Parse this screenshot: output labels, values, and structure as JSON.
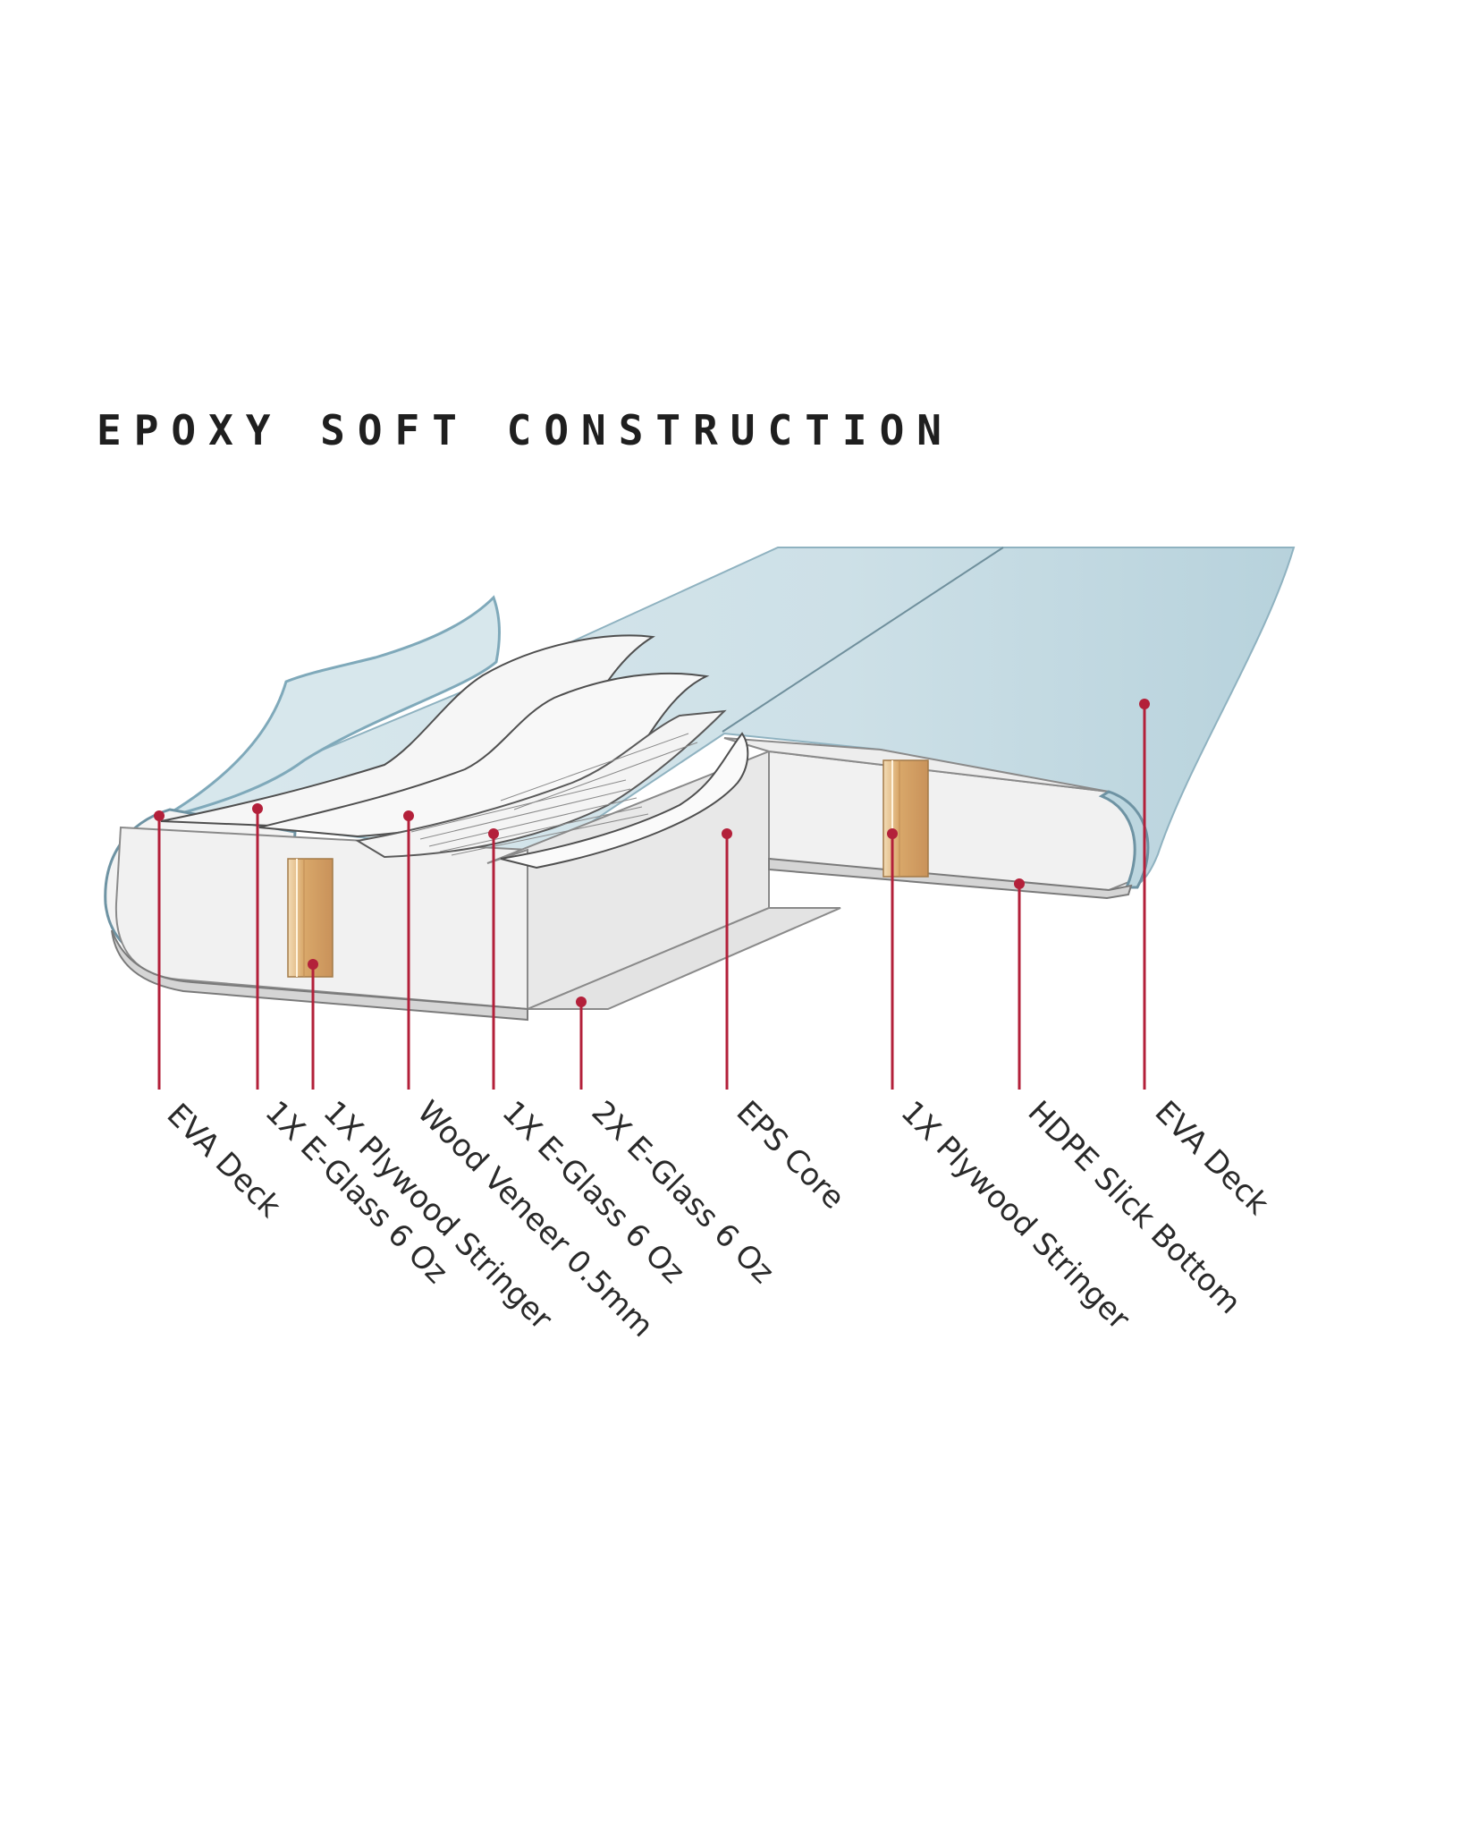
{
  "title": "EPOXY SOFT CONSTRUCTION",
  "colors": {
    "leader": "#b3203a",
    "eva": "#cfe3ea",
    "eva_edge": "#7fa9ba",
    "core": "#f2f2f2",
    "wood": "#d9a86a"
  },
  "layers": [
    {
      "id": "eva-deck-left",
      "label": "EVA Deck"
    },
    {
      "id": "e-glass-1x-left",
      "label": "1X E-Glass 6 Oz"
    },
    {
      "id": "plywood-stringer-left",
      "label": "1X Plywood Stringer"
    },
    {
      "id": "wood-veneer",
      "label": "Wood Veneer 0.5mm"
    },
    {
      "id": "e-glass-1x-center",
      "label": "1X E-Glass 6 Oz"
    },
    {
      "id": "e-glass-2x",
      "label": "2X E-Glass 6 Oz"
    },
    {
      "id": "eps-core",
      "label": "EPS Core"
    },
    {
      "id": "plywood-stringer-right",
      "label": "1X Plywood Stringer"
    },
    {
      "id": "hdpe-slick-bottom",
      "label": "HDPE Slick Bottom"
    },
    {
      "id": "eva-deck-right",
      "label": "EVA Deck"
    }
  ]
}
